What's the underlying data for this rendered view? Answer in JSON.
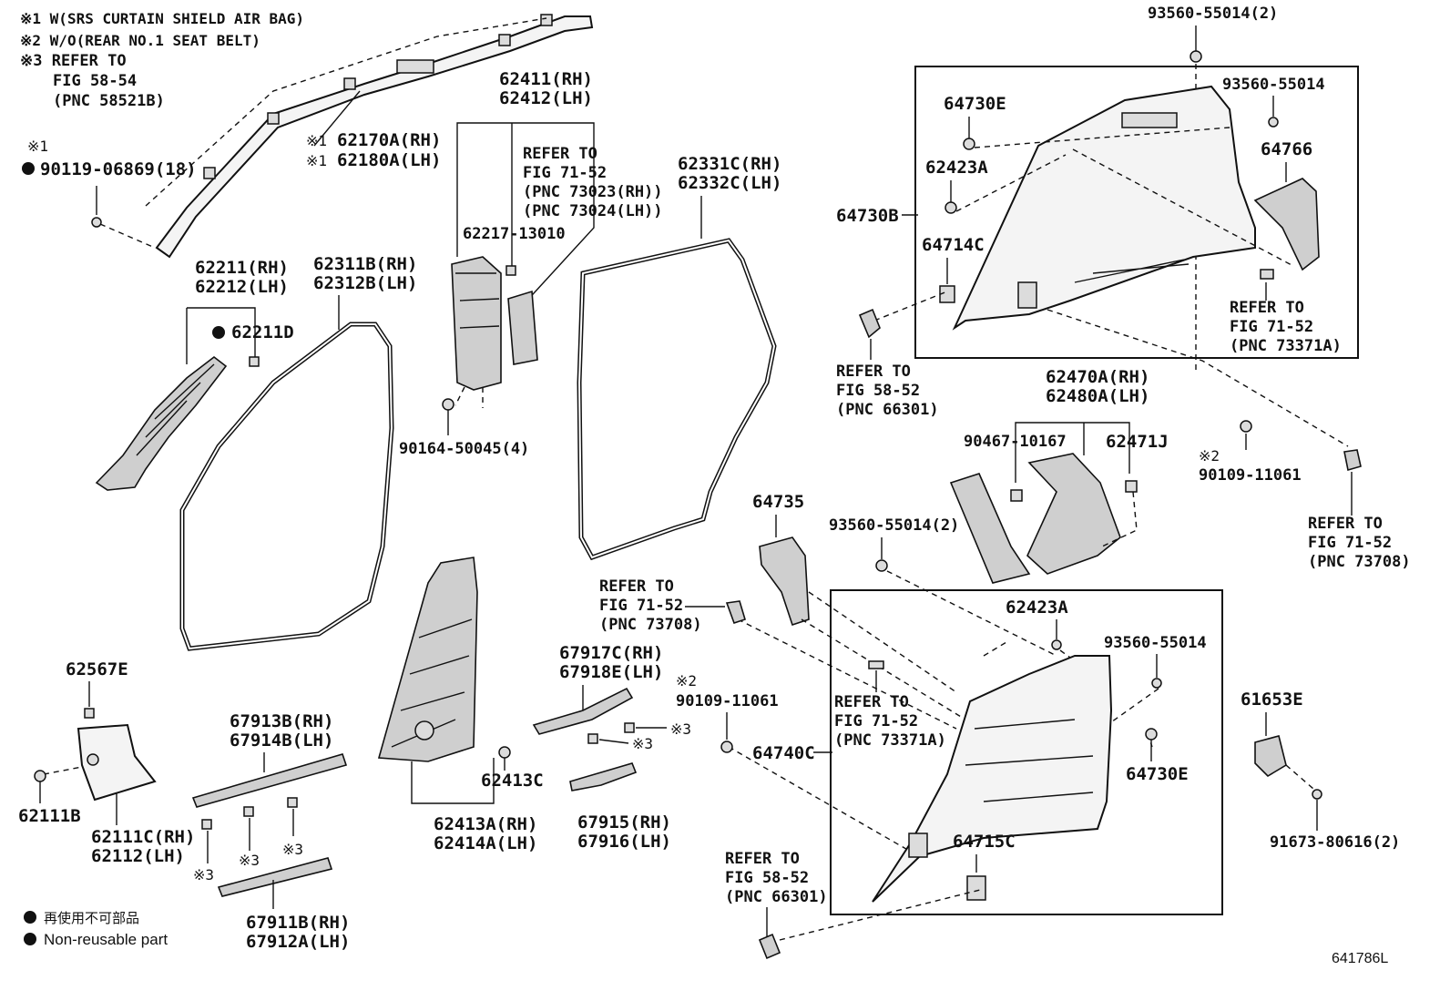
{
  "notes": {
    "n1": "※1 W(SRS CURTAIN SHIELD AIR BAG)",
    "n2": "※2 W/O(REAR NO.1 SEAT BELT)",
    "n3a": "※3 REFER TO",
    "n3b": "FIG 58-54",
    "n3c": "(PNC 58521B)"
  },
  "labels": {
    "p93560_55014_2_top": "93560-55014(2)",
    "p93560_55014_r": "93560-55014",
    "p64730e_top": "64730E",
    "p62423a_top": "62423A",
    "p64766": "64766",
    "p64730b": "64730B",
    "p64714c": "64714C",
    "ref_73371a_top": [
      "REFER TO",
      "FIG 71-52",
      "(PNC 73371A)"
    ],
    "ref_66301_top": [
      "REFER TO",
      "FIG 58-52",
      "(PNC 66301)"
    ],
    "p62470a": "62470A(RH)",
    "p62480a": "62480A(LH)",
    "p90467": "90467-10167",
    "p62471j": "62471J",
    "mark2_a": "※2",
    "p90109_a": "90109-11061",
    "ref_73708_r": [
      "REFER TO",
      "FIG 71-52",
      "(PNC 73708)"
    ],
    "p62411": "62411(RH)",
    "p62412": "62412(LH)",
    "ref_73023": [
      "REFER TO",
      "FIG 71-52",
      "(PNC 73023(RH))",
      "(PNC 73024(LH))"
    ],
    "p62217": "62217-13010",
    "p90164": "90164-50045(4)",
    "p62331c": "62331C(RH)",
    "p62332c": "62332C(LH)",
    "mark1_a": "※1",
    "p62170a": "62170A(RH)",
    "mark1_b": "※1",
    "p62180a": "62180A(LH)",
    "mark1_c": "※1",
    "p90119": "90119-06869(18)",
    "p62211": "62211(RH)",
    "p62212": "62212(LH)",
    "p62211d": "62211D",
    "p62311b": "62311B(RH)",
    "p62312b": "62312B(LH)",
    "p64735": "64735",
    "p93560_55014_2_mid": "93560-55014(2)",
    "ref_73708_mid": [
      "REFER TO",
      "FIG 71-52",
      "(PNC 73708)"
    ],
    "p62423a_bot": "62423A",
    "p93560_55014_bot": "93560-55014",
    "mark2_b": "※2",
    "p90109_b": "90109-11061",
    "ref_73371a_bot": [
      "REFER TO",
      "FIG 71-52",
      "(PNC 73371A)"
    ],
    "p64740c": "64740C",
    "p64730e_bot": "64730E",
    "p64715c": "64715C",
    "ref_66301_bot": [
      "REFER TO",
      "FIG 58-52",
      "(PNC 66301)"
    ],
    "p61653e": "61653E",
    "p91673": "91673-80616(2)",
    "p62567e": "62567E",
    "p62111b": "62111B",
    "p62111c": "62111C(RH)",
    "p62112": "62112(LH)",
    "p67913b": "67913B(RH)",
    "p67914b": "67914B(LH)",
    "mark3_a": "※3",
    "mark3_b": "※3",
    "mark3_c": "※3",
    "p67911b": "67911B(RH)",
    "p67912a": "67912A(LH)",
    "p62413a": "62413A(RH)",
    "p62414a": "62414A(LH)",
    "p62413c": "62413C",
    "p67917c": "67917C(RH)",
    "p67918e": "67918E(LH)",
    "mark3_d": "※3",
    "mark3_e": "※3",
    "p67915": "67915(RH)",
    "p67916": "67916(LH)",
    "diagram_id": "641786L"
  },
  "legend": {
    "jp": "再使用不可部品",
    "en": "Non-reusable part"
  }
}
